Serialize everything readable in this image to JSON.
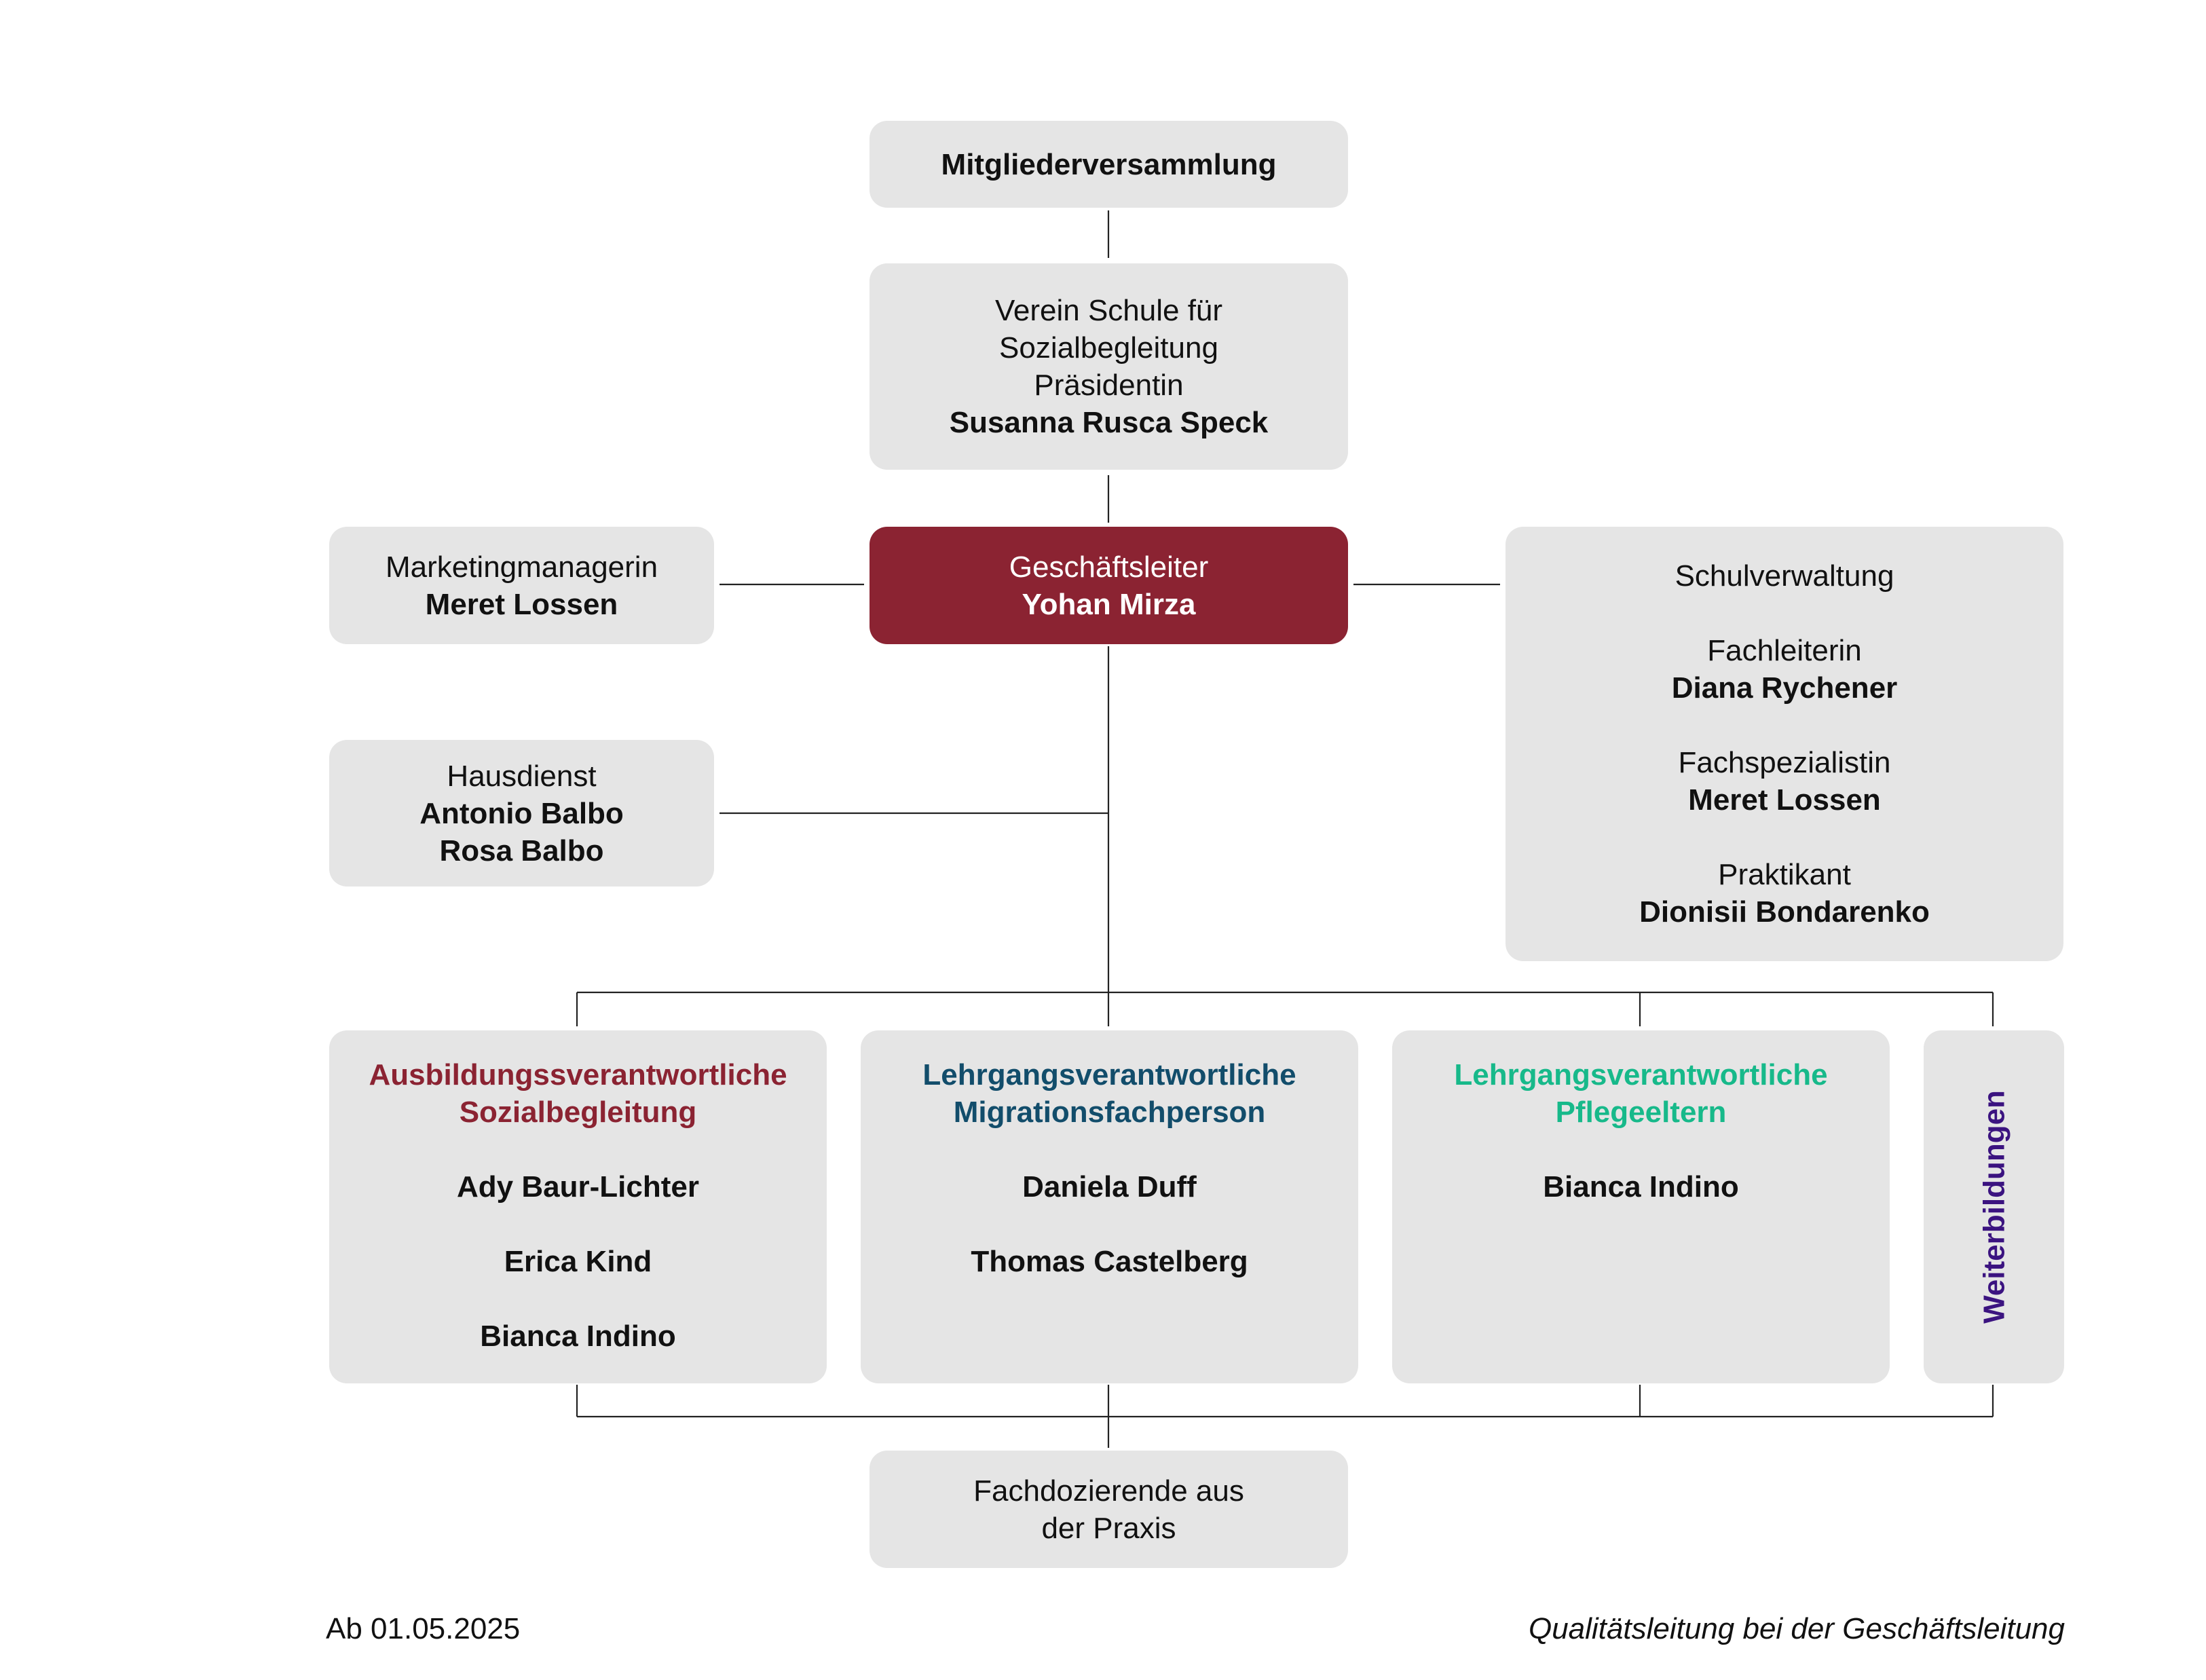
{
  "mitgliederversammlung": {
    "title": "Mitgliederversammlung"
  },
  "verein": {
    "line1": "Verein Schule für",
    "line2": "Sozialbegleitung",
    "role": "Präsidentin",
    "name": "Susanna Rusca Speck"
  },
  "geschaeftsleiter": {
    "role": "Geschäftsleiter",
    "name": "Yohan Mirza"
  },
  "marketing": {
    "role": "Marketingmanagerin",
    "name": "Meret Lossen"
  },
  "hausdienst": {
    "role": "Hausdienst",
    "names": [
      "Antonio Balbo",
      "Rosa Balbo"
    ]
  },
  "schulverwaltung": {
    "title": "Schulverwaltung",
    "members": [
      {
        "role": "Fachleiterin",
        "name": "Diana Rychener"
      },
      {
        "role": "Fachspezialistin",
        "name": "Meret Lossen"
      },
      {
        "role": "Praktikant",
        "name": "Dionisii Bondarenko"
      }
    ]
  },
  "departments": [
    {
      "title_line1": "Ausbildungssverantwortliche",
      "title_line2": "Sozialbegleitung",
      "color": "#8b2332",
      "people": [
        "Ady Baur-Lichter",
        "Erica Kind",
        "Bianca Indino"
      ]
    },
    {
      "title_line1": "Lehrgangsverantwortliche",
      "title_line2": "Migrationsfachperson",
      "color": "#124d6b",
      "people": [
        "Daniela Duff",
        "Thomas Castelberg"
      ]
    },
    {
      "title_line1": "Lehrgangsverantwortliche",
      "title_line2": "Pflegeeltern",
      "color": "#17b98a",
      "people": [
        "Bianca Indino"
      ]
    }
  ],
  "weiterbildungen": {
    "label": "Weiterbildungen",
    "color": "#3b1380"
  },
  "fachdozierende": {
    "line1": "Fachdozierende aus",
    "line2": "der Praxis"
  },
  "colors": {
    "box_background": "#e5e5e5",
    "accent": "#8b2332"
  },
  "footer": {
    "date": "Ab 01.05.2025",
    "note": "Qualitätsleitung bei der Geschäftsleitung"
  }
}
